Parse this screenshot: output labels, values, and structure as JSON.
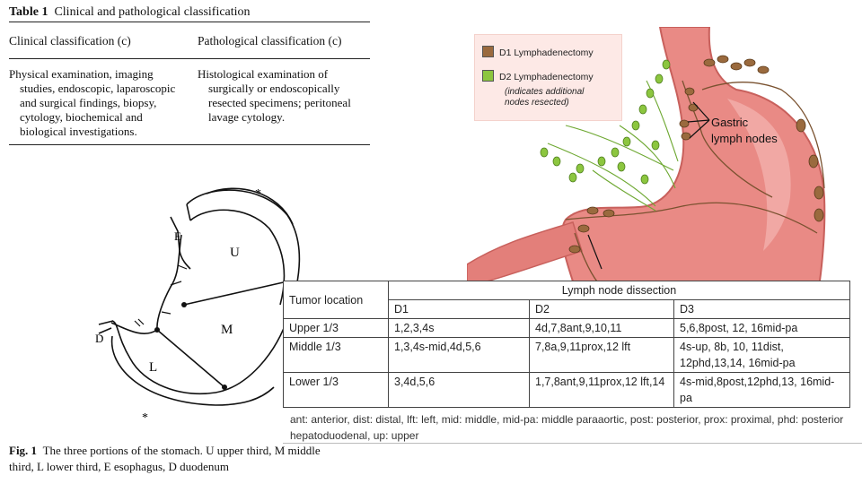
{
  "table1": {
    "caption_bold": "Table 1",
    "caption_text": "Clinical and pathological classification",
    "col1_header": "Clinical classification (c)",
    "col2_header": "Pathological classification (c)",
    "col1_lines": [
      "Physical examination, imaging",
      "studies, endoscopic, laparoscopic",
      "and surgical findings, biopsy,",
      "cytology, biochemical and",
      "biological investigations."
    ],
    "col2_lines": [
      "Histological examination of",
      "surgically or endoscopically",
      "resected specimens; peritoneal",
      "lavage cytology."
    ]
  },
  "fig1": {
    "label_E": "E",
    "label_U": "U",
    "label_M": "M",
    "label_L": "L",
    "label_D": "D",
    "star_top": "*",
    "star_bottom": "*",
    "caption_bold": "Fig. 1",
    "caption_line1": "The three portions of the stomach. U upper third, M middle",
    "caption_line2": "third, L lower third, E esophagus, D duodenum"
  },
  "illustration": {
    "legend_d1": "D1 Lymphadenectomy",
    "legend_d2": "D2 Lymphadenectomy",
    "legend_note1": "(indicates additional",
    "legend_note2": "nodes resected)",
    "gastric_label1": "Gastric",
    "gastric_label2": "lymph nodes",
    "colors": {
      "d1_node": "#9a6a3e",
      "d2_node": "#8cc63f",
      "stomach": "#e98a85",
      "legend_bg": "#fde9e6"
    }
  },
  "lymph_table": {
    "header_location": "Tumor location",
    "header_group": "Lymph node dissection",
    "col_d1": "D1",
    "col_d2": "D2",
    "col_d3": "D3",
    "rows": [
      {
        "location": "Upper 1/3",
        "d1": "1,2,3,4s",
        "d2": "4d,7,8ant,9,10,11",
        "d3": [
          "5,6,8post, 12, 16mid-pa"
        ]
      },
      {
        "location": "Middle 1/3",
        "d1": "1,3,4s-mid,4d,5,6",
        "d2": "7,8a,9,11prox,12 lft",
        "d3": [
          "4s-up, 8b, 10, 11dist,",
          "12phd,13,14, 16mid-pa"
        ]
      },
      {
        "location": "Lower 1/3",
        "d1": "3,4d,5,6",
        "d2": "1,7,8ant,9,11prox,12 lft,14",
        "d3": [
          "4s-mid,8post,12phd,13, 16mid-pa"
        ]
      }
    ],
    "footnote_line1": "ant: anterior, dist: distal, lft: left, mid: middle, mid-pa: middle paraaortic, post: posterior, prox: proximal, phd: posterior",
    "footnote_line2": "hepatoduodenal, up: upper"
  }
}
